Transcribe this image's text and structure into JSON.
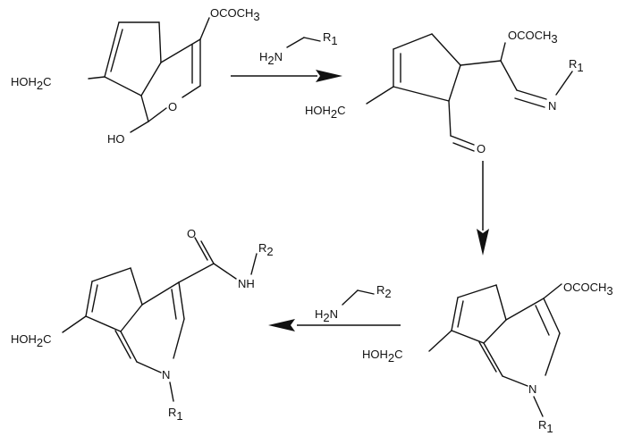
{
  "reagent_amine_1": {
    "h2n": "H",
    "h2n_sub": "2",
    "n": "N",
    "r": "R",
    "r_sub": "1"
  },
  "reagent_amine_2": {
    "h2n": "H",
    "h2n_sub": "2",
    "n": "N",
    "r": "R",
    "r_sub": "2"
  },
  "molecule_1": {
    "ester": "OCOCH",
    "ester_sub": "3",
    "hydroxymethyl": "HOH",
    "hydroxymethyl_sub": "2",
    "hydroxymethyl_c": "C",
    "ring_oxygen": "O",
    "hydroxyl": "HO"
  },
  "molecule_2": {
    "ester": "OCOCH",
    "ester_sub": "3",
    "imine_n": "N",
    "imine_r": "R",
    "imine_r_sub": "1",
    "hydroxymethyl": "HOH",
    "hydroxymethyl_sub": "2",
    "hydroxymethyl_c": "C",
    "aldehyde_o": "O"
  },
  "molecule_3": {
    "ester": "OCOCH",
    "ester_sub": "3",
    "hydroxymethyl": "HOH",
    "hydroxymethyl_sub": "2",
    "hydroxymethyl_c": "C",
    "ring_n": "N",
    "ring_r": "R",
    "ring_r_sub": "1"
  },
  "molecule_4": {
    "carbonyl_o": "O",
    "amide_nh": "NH",
    "amide_r": "R",
    "amide_r_sub": "2",
    "hydroxymethyl": "HOH",
    "hydroxymethyl_sub": "2",
    "hydroxymethyl_c": "C",
    "ring_n": "N",
    "ring_r": "R",
    "ring_r_sub": "1"
  }
}
